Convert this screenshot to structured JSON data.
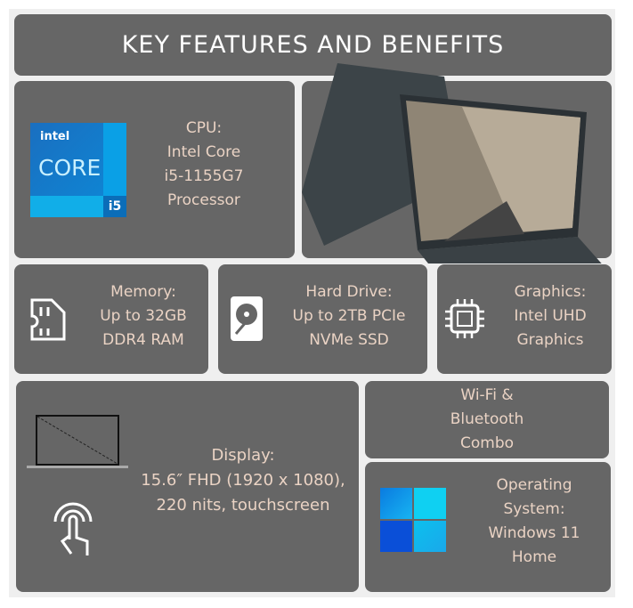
{
  "title": "KEY FEATURES AND BENEFITS",
  "cpu": {
    "lines": [
      "CPU:",
      "Intel Core",
      "i5-1155G7",
      "Processor"
    ],
    "logo": {
      "brand": "intel",
      "name": "CORE",
      "tier": "i5"
    }
  },
  "memory": {
    "lines": [
      "Memory:",
      "Up to 32GB",
      "DDR4 RAM"
    ]
  },
  "drive": {
    "lines": [
      "Hard Drive:",
      "Up to 2TB PCIe",
      "NVMe SSD"
    ]
  },
  "graphics": {
    "lines": [
      "Graphics:",
      "Intel UHD",
      "Graphics"
    ]
  },
  "display": {
    "lines": [
      "Display:",
      "15.6″ FHD (1920 x 1080),",
      "220 nits, touchscreen"
    ]
  },
  "wifi": {
    "lines": [
      "Wi-Fi &",
      "Bluetooth",
      "Combo"
    ]
  },
  "os": {
    "lines": [
      "Operating",
      "System:",
      "Windows 11",
      "Home"
    ]
  },
  "colors": {
    "panel": "#666666",
    "text": "#ead3c4",
    "bg": "#efefef"
  }
}
